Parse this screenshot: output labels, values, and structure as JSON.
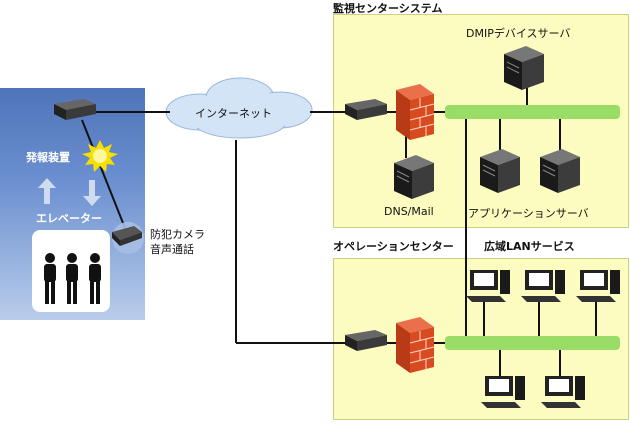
{
  "labels": {
    "monitoring_center": "監視センターシステム",
    "dmip_server": "DMIPデバイスサーバ",
    "internet": "インターネット",
    "dns_mail": "DNS/Mail",
    "app_server": "アプリケーションサーバ",
    "alarm_device": "発報装置",
    "elevator": "エレベーター",
    "camera": "防犯カメラ",
    "intercom": "音声通話",
    "operation_center": "オペレーションセンター",
    "wan_service": "広域LANサービス"
  },
  "colors": {
    "panel_fill": "#fdfcc0",
    "lan_bar": "#99dd66",
    "firewall": "#d84a20",
    "elevator_top": "#4f74b8",
    "cloud": "#d4e4f7",
    "link": "#111111"
  }
}
